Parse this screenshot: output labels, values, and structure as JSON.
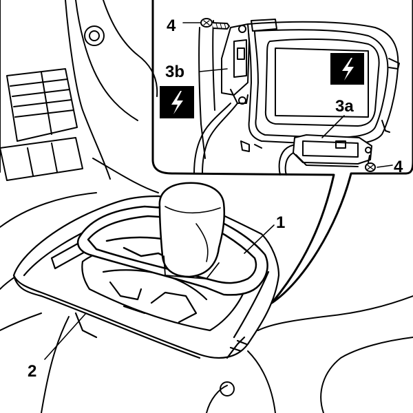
{
  "labels": {
    "cover": "1",
    "surround": "2",
    "connector_a": "3a",
    "connector_b": "3b",
    "screw_top": "4",
    "screw_right": "4"
  },
  "icons": {
    "warning": "electrical-hazard-icon"
  },
  "colors": {
    "ink": "#000000",
    "paper": "#ffffff"
  }
}
